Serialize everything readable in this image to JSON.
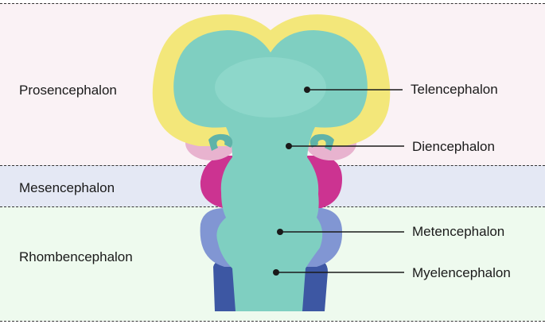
{
  "regions": {
    "prosencephalon": "Prosencephalon",
    "mesencephalon": "Mesencephalon",
    "rhombencephalon": "Rhombencephalon"
  },
  "parts": {
    "telencephalon": "Telencephalon",
    "diencephalon": "Diencephalon",
    "metencephalon": "Metencephalon",
    "myelencephalon": "Myelencephalon"
  },
  "colors": {
    "prosencephalon_band": "#faf2f5",
    "mesencephalon_band": "#e4e8f4",
    "rhombencephalon_band": "#eefaee",
    "telencephalon_outer": "#f3e77a",
    "brain_core": "#7fcfc1",
    "diencephalon_side": "#e8b3cf",
    "mesencephalon_side": "#cc3391",
    "metencephalon_side": "#8196d3",
    "myelencephalon_side": "#3d57a3"
  }
}
